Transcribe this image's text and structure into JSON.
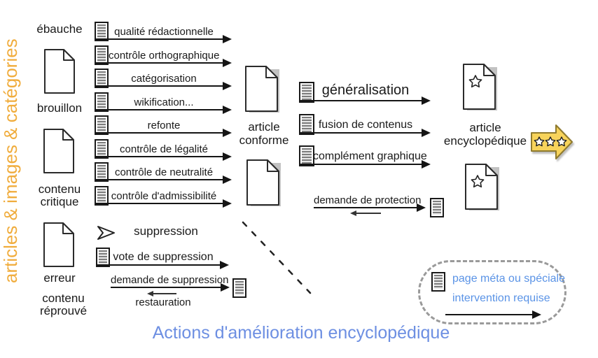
{
  "side_label": "articles & images & catégories",
  "title": "Actions d'amélioration encyclopédique",
  "colors": {
    "accent_orange": "#F0AC3C",
    "title_blue": "#6D8FE2",
    "legend_blue": "#5A93E6",
    "star_arrow_fill": "#F7D35B",
    "star_arrow_stroke": "#8F7A2E",
    "doc_shadow": "#C2C2C2"
  },
  "sources": [
    "ébauche",
    "brouillon",
    "contenu critique",
    "erreur",
    "contenu réprouvé"
  ],
  "left_actions": [
    "qualité rédactionnelle",
    "contrôle orthographique",
    "catégorisation",
    "wikification...",
    "refonte",
    "contrôle de légalité",
    "contrôle de neutralité",
    "contrôle d'admissibilité"
  ],
  "suppression_label": "suppression",
  "vote_label": "vote de suppression",
  "delete_request_label": "demande de suppression",
  "restore_label": "restauration",
  "middle_label": "article conforme",
  "middle_actions": [
    "généralisation",
    "fusion de contenus",
    "complément graphique"
  ],
  "protection_label": "demande de protection",
  "right_label": "article encyclopédique",
  "legend": {
    "line1": "page méta ou spéciale",
    "line2": "intervention requise"
  }
}
